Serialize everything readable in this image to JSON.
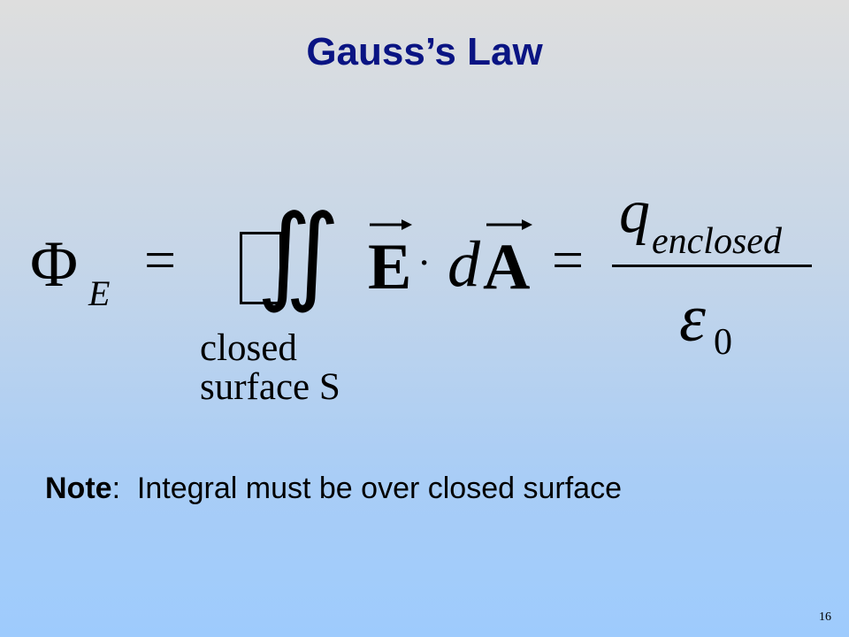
{
  "slide": {
    "title": "Gauss’s Law",
    "equation": {
      "lhs_symbol": "Φ",
      "lhs_subscript": "E",
      "equals": "=",
      "integral_symbol": "∬",
      "integral_label_line1": "closed",
      "integral_label_line2": "surface S",
      "vector_E": "E",
      "dot": "·",
      "differential": "d",
      "vector_A": "A",
      "numerator_symbol": "q",
      "numerator_subscript": "enclosed",
      "denominator_symbol": "ε",
      "denominator_subscript": "0"
    },
    "note": {
      "label": "Note",
      "separator": ":",
      "text": "Integral must be over closed surface"
    },
    "page_number": "16"
  }
}
